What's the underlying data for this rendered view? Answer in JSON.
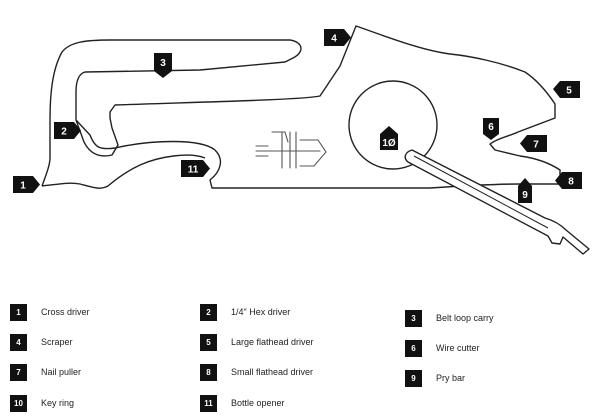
{
  "colors": {
    "outline": "#222222",
    "badge_bg": "#111111",
    "badge_text": "#ffffff"
  },
  "callouts": [
    {
      "number": "1"
    },
    {
      "number": "2"
    },
    {
      "number": "3"
    },
    {
      "number": "4"
    },
    {
      "number": "5"
    },
    {
      "number": "6"
    },
    {
      "number": "7"
    },
    {
      "number": "8"
    },
    {
      "number": "9"
    },
    {
      "number": "1Ø"
    },
    {
      "number": "11"
    }
  ],
  "legend": [
    {
      "number": "1",
      "label": "Cross driver"
    },
    {
      "number": "2",
      "label": "1/4\" Hex driver"
    },
    {
      "number": "3",
      "label": "Belt loop carry"
    },
    {
      "number": "4",
      "label": "Scraper"
    },
    {
      "number": "5",
      "label": "Large flathead driver"
    },
    {
      "number": "6",
      "label": "Wire cutter"
    },
    {
      "number": "7",
      "label": "Nail puller"
    },
    {
      "number": "8",
      "label": "Small flathead driver"
    },
    {
      "number": "9",
      "label": "Pry bar"
    },
    {
      "number": "10",
      "label": "Key ring"
    },
    {
      "number": "11",
      "label": "Bottle opener"
    }
  ]
}
